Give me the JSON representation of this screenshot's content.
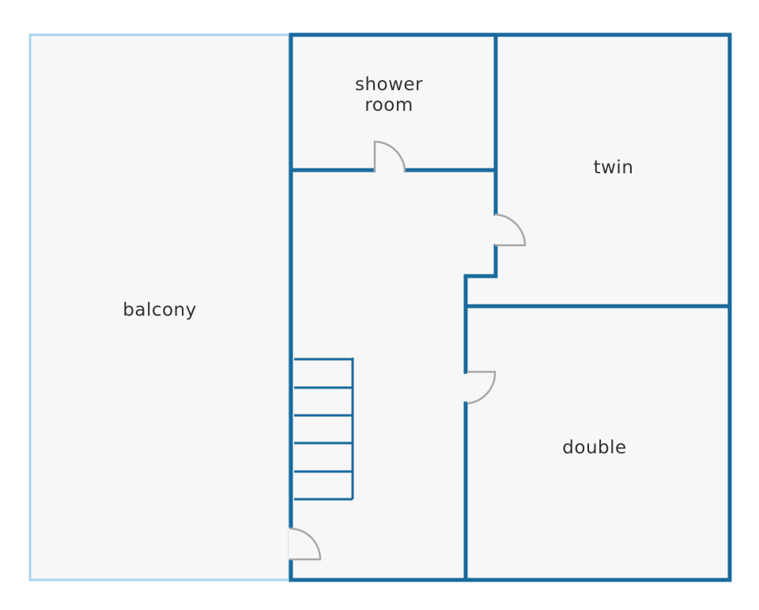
{
  "plan": {
    "rooms": {
      "balcony": "balcony",
      "shower_room_line1": "shower",
      "shower_room_line2": "room",
      "twin": "twin",
      "double": "double"
    },
    "colors": {
      "wall": "#1a6a9c",
      "balcony_outline": "#a9d5ef",
      "floor": "#f7f7f7",
      "door": "#a8a8a8",
      "label": "#333333"
    }
  }
}
